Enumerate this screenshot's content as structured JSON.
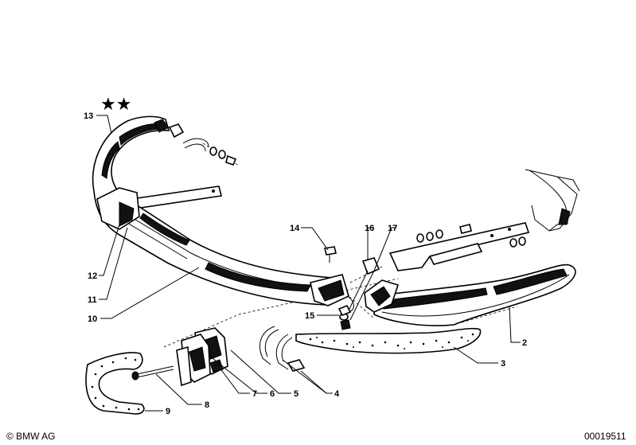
{
  "stars": "★★",
  "callouts": {
    "c1": "2",
    "c2": "3",
    "c3": "4",
    "c4": "5",
    "c5": "6",
    "c6": "7",
    "c7": "8",
    "c8": "9",
    "c9": "10",
    "c10": "11",
    "c11": "12",
    "c12": "13",
    "c13": "14",
    "c14": "15",
    "c15": "16",
    "c16": "17"
  },
  "footer": {
    "copyright": "© BMW AG",
    "diagram_number": "00019511"
  }
}
